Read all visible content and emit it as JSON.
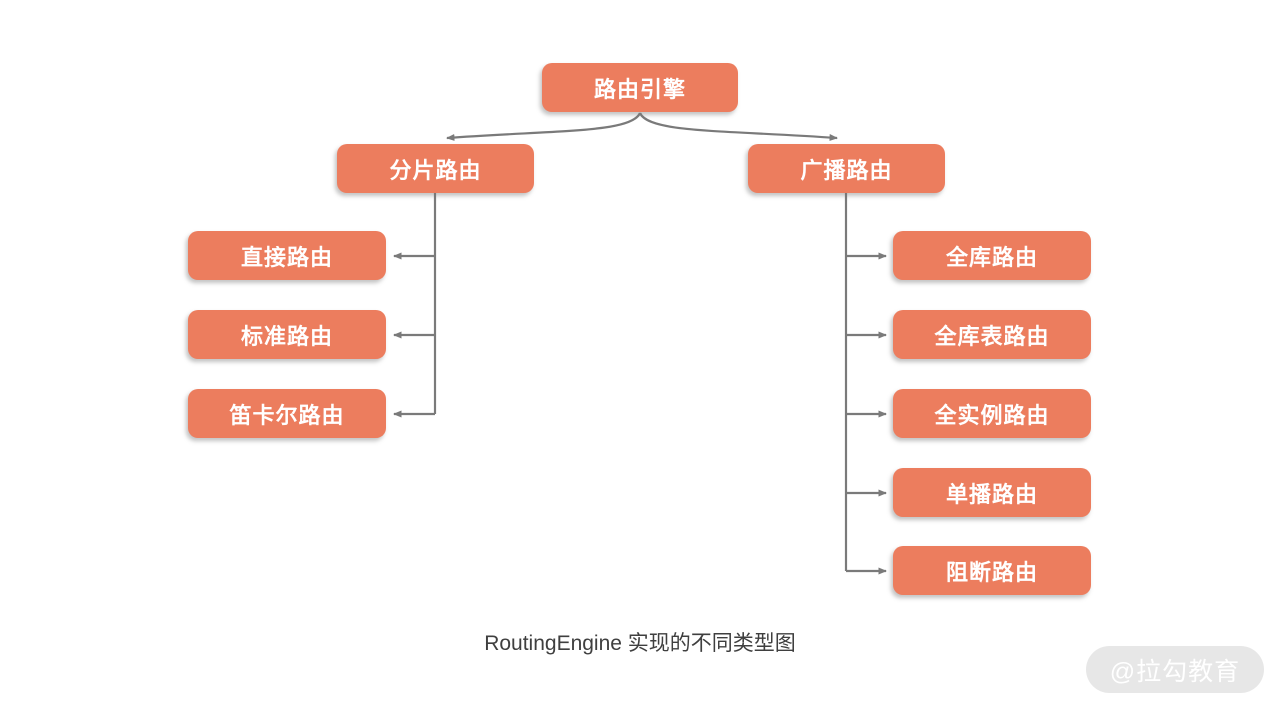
{
  "diagram": {
    "root": {
      "label": "路由引擎"
    },
    "branches": [
      {
        "label": "分片路由",
        "children": [
          {
            "label": "直接路由"
          },
          {
            "label": "标准路由"
          },
          {
            "label": "笛卡尔路由"
          }
        ]
      },
      {
        "label": "广播路由",
        "children": [
          {
            "label": "全库路由"
          },
          {
            "label": "全库表路由"
          },
          {
            "label": "全实例路由"
          },
          {
            "label": "单播路由"
          },
          {
            "label": "阻断路由"
          }
        ]
      }
    ],
    "caption": "RoutingEngine 实现的不同类型图",
    "watermark": "@拉勾教育",
    "colors": {
      "node_fill": "#EC7D5E",
      "connector": "#7A7A7A",
      "caption_text": "#3F3F3F",
      "watermark_bg": "#E7E7E7",
      "watermark_text": "#FFFFFF"
    }
  }
}
